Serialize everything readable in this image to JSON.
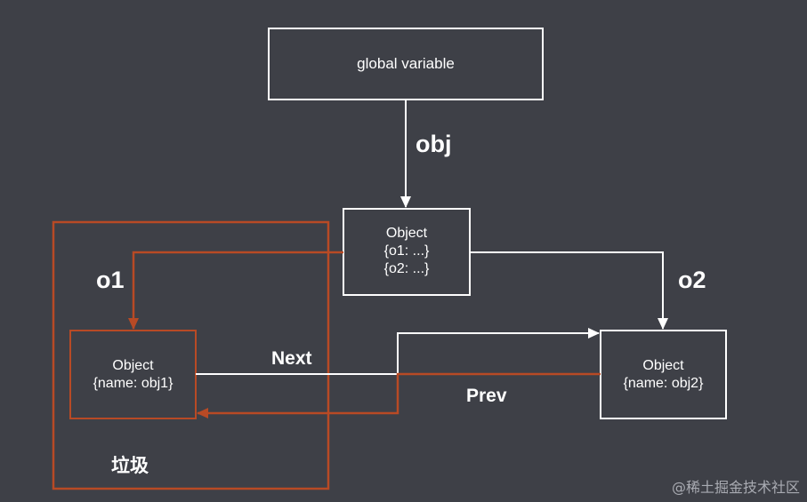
{
  "colors": {
    "background": "#3e4047",
    "line": "#ffffff",
    "garbage": "#b84a25"
  },
  "nodes": {
    "global": {
      "label": "global variable"
    },
    "root": {
      "line1": "Object",
      "line2": "{o1:  ...}",
      "line3": "{o2:  ...}"
    },
    "obj1": {
      "line1": "Object",
      "line2": "{name: obj1}"
    },
    "obj2": {
      "line1": "Object",
      "line2": "{name: obj2}"
    }
  },
  "edges": {
    "obj": "obj",
    "o1": "o1",
    "o2": "o2",
    "next": "Next",
    "prev": "Prev"
  },
  "garbage_label": "垃圾",
  "watermark": "@稀土掘金技术社区"
}
